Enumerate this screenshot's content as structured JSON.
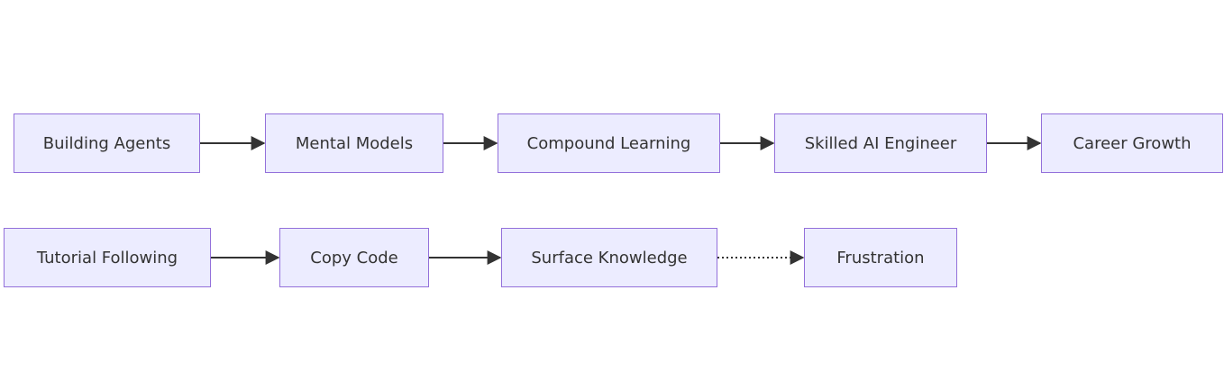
{
  "diagram": {
    "colors": {
      "node_fill": "#ececff",
      "node_border": "#9370db",
      "text": "#333333",
      "edge": "#333333"
    },
    "row1": {
      "nodes": [
        "Building Agents",
        "Mental Models",
        "Compound Learning",
        "Skilled AI Engineer",
        "Career Growth"
      ]
    },
    "row2": {
      "nodes": [
        "Tutorial Following",
        "Copy Code",
        "Surface Knowledge",
        "Frustration"
      ]
    },
    "edges": [
      {
        "from": "Building Agents",
        "to": "Mental Models",
        "style": "solid"
      },
      {
        "from": "Mental Models",
        "to": "Compound Learning",
        "style": "solid"
      },
      {
        "from": "Compound Learning",
        "to": "Skilled AI Engineer",
        "style": "solid"
      },
      {
        "from": "Skilled AI Engineer",
        "to": "Career Growth",
        "style": "solid"
      },
      {
        "from": "Tutorial Following",
        "to": "Copy Code",
        "style": "solid"
      },
      {
        "from": "Copy Code",
        "to": "Surface Knowledge",
        "style": "solid"
      },
      {
        "from": "Surface Knowledge",
        "to": "Frustration",
        "style": "dotted"
      }
    ]
  }
}
